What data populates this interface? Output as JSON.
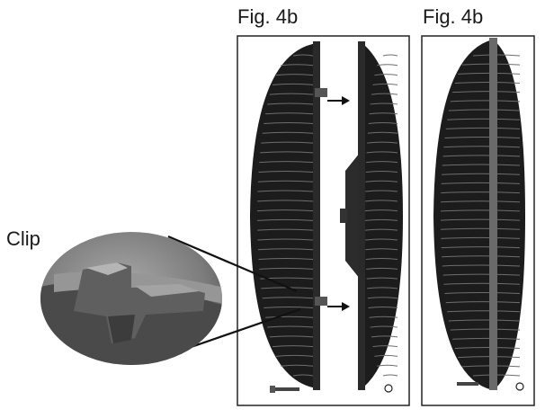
{
  "labels": {
    "fig_left": "Fig. 4b",
    "fig_right": "Fig. 4b",
    "clip": "Clip"
  },
  "colors": {
    "frame": "#222222",
    "grille": "#1c1c1c",
    "grille_highlight": "#6e6e6e",
    "magnifier_fill": "#8a8a8a",
    "magnifier_dark": "#3a3a3a"
  },
  "icons": {
    "arrow": "right-arrow-icon",
    "screw": "screw-icon",
    "knob": "knob-icon"
  }
}
